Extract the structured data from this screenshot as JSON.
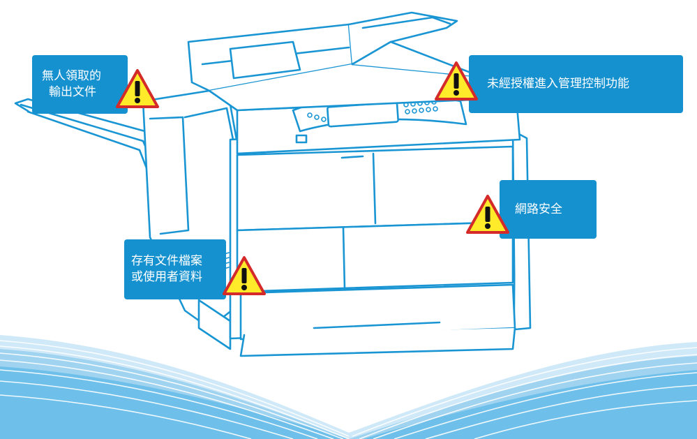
{
  "callouts": {
    "unattended_output": {
      "line1": "無人領取的",
      "line2": "輸出文件"
    },
    "admin_control": {
      "line1": "未經授權進入管理控制功能"
    },
    "network_security": {
      "line1": "網路安全"
    },
    "stored_data": {
      "line1": "存有文件檔案",
      "line2": "或使用者資料"
    }
  },
  "icons": {
    "warning": "warning-triangle-icon",
    "device": "multifunction-printer-illustration"
  },
  "colors": {
    "callout_fill": "#1691cf",
    "callout_text": "#ffffff",
    "outline": "#1a95d3",
    "warning_fill": "#ffeb2a",
    "warning_border": "#d42a2a",
    "wave_blue": "#5ab6e6"
  }
}
